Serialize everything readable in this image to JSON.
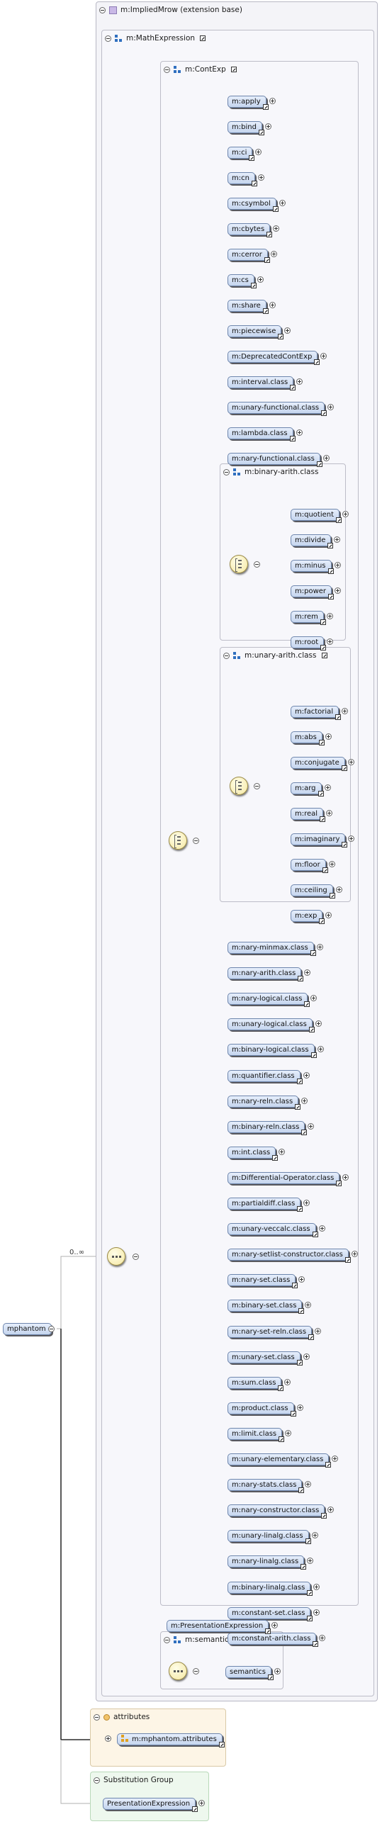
{
  "root": {
    "label": "mphantom"
  },
  "outer_panel": {
    "title": "m:ImpliedMrow (extension base)"
  },
  "mathexpr_panel": {
    "title": "m:MathExpression"
  },
  "contexp_panel": {
    "title": "m:ContExp"
  },
  "occurrence": "0..∞",
  "contexp_items_top": [
    "m:apply",
    "m:bind",
    "m:ci",
    "m:cn",
    "m:csymbol",
    "m:cbytes",
    "m:cerror",
    "m:cs",
    "m:share",
    "m:piecewise",
    "m:DeprecatedContExp",
    "m:interval.class",
    "m:unary-functional.class",
    "m:lambda.class",
    "m:nary-functional.class"
  ],
  "binary_arith": {
    "title": "m:binary-arith.class",
    "items": [
      "m:quotient",
      "m:divide",
      "m:minus",
      "m:power",
      "m:rem",
      "m:root"
    ]
  },
  "unary_arith": {
    "title": "m:unary-arith.class",
    "items": [
      "m:factorial",
      "m:abs",
      "m:conjugate",
      "m:arg",
      "m:real",
      "m:imaginary",
      "m:floor",
      "m:ceiling",
      "m:exp"
    ]
  },
  "contexp_items_bottom": [
    "m:nary-minmax.class",
    "m:nary-arith.class",
    "m:nary-logical.class",
    "m:unary-logical.class",
    "m:binary-logical.class",
    "m:quantifier.class",
    "m:nary-reln.class",
    "m:binary-reln.class",
    "m:int.class",
    "m:Differential-Operator.class",
    "m:partialdiff.class",
    "m:unary-veccalc.class",
    "m:nary-setlist-constructor.class",
    "m:nary-set.class",
    "m:binary-set.class",
    "m:nary-set-reln.class",
    "m:unary-set.class",
    "m:sum.class",
    "m:product.class",
    "m:limit.class",
    "m:unary-elementary.class",
    "m:nary-stats.class",
    "m:nary-constructor.class",
    "m:unary-linalg.class",
    "m:nary-linalg.class",
    "m:binary-linalg.class",
    "m:constant-set.class",
    "m:constant-arith.class"
  ],
  "presentation_expression": "m:PresentationExpression",
  "semantics_panel": {
    "title": "m:semantics",
    "item": "semantics"
  },
  "attributes_panel": {
    "title": "attributes",
    "item": "m:mphantom.attributes"
  },
  "substitution_panel": {
    "title": "Substitution Group",
    "item": "PresentationExpression"
  },
  "colors": {
    "element_fill": "#c5d5ee",
    "element_border": "#6e86ad",
    "compositor": "#f5e8a2"
  }
}
